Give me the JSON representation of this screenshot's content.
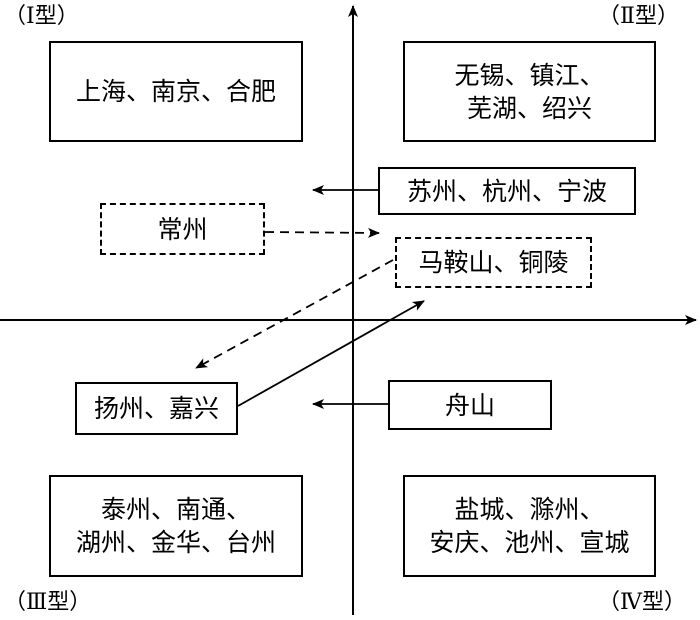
{
  "quadrants": {
    "q1": "（Ⅰ型）",
    "q2": "（Ⅱ型）",
    "q3": "（Ⅲ型）",
    "q4": "（Ⅳ型）"
  },
  "boxes": {
    "q1_cities": "上海、南京、合肥",
    "q2_cities": "无锡、镇江、\n芜湖、绍兴",
    "q3_cities": "泰州、南通、\n湖州、金华、台州",
    "q4_cities": "盐城、滁州、\n安庆、池州、宣城",
    "suzhou_group": "苏州、杭州、宁波",
    "changzhou": "常州",
    "maanshan_group": "马鞍山、铜陵",
    "yangzhou_group": "扬州、嘉兴",
    "zhoushan": "舟山"
  }
}
